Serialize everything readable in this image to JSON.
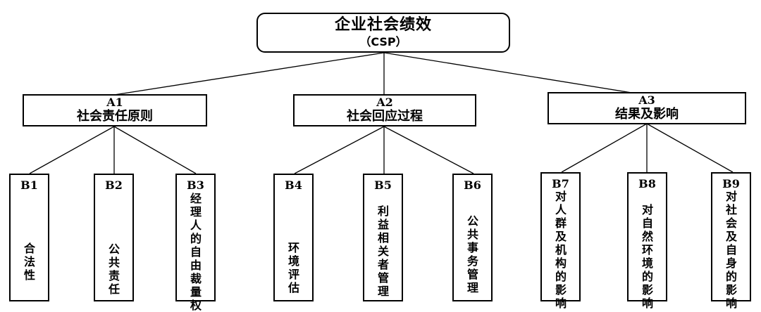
{
  "root": {
    "title": "企业社会绩效",
    "subtitle": "（CSP）"
  },
  "level_a": [
    {
      "code": "A1",
      "name": "社会责任原则"
    },
    {
      "code": "A2",
      "name": "社会回应过程"
    },
    {
      "code": "A3",
      "name": "结果及影响"
    }
  ],
  "level_b": [
    {
      "code": "B1",
      "text": "合法性"
    },
    {
      "code": "B2",
      "text": "公共责任"
    },
    {
      "code": "B3",
      "text": "经理人的自由裁量权"
    },
    {
      "code": "B4",
      "text": "环境评估"
    },
    {
      "code": "B5",
      "text": "利益相关者管理"
    },
    {
      "code": "B6",
      "text": "公共事务管理"
    },
    {
      "code": "B7",
      "text": "对人群及机构的影响"
    },
    {
      "code": "B8",
      "text": "对自然环境的影响"
    },
    {
      "code": "B9",
      "text": "对社会及自身的影响"
    }
  ]
}
